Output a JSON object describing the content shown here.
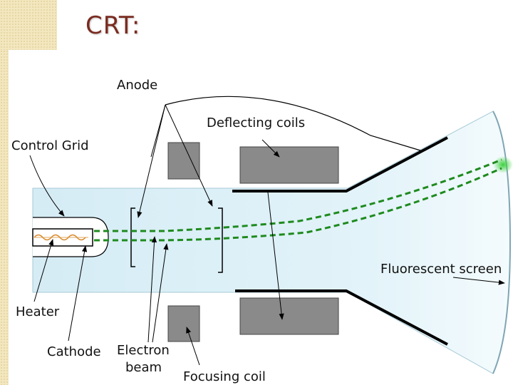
{
  "slide": {
    "title": "CRT:"
  },
  "diagram": {
    "labels": {
      "anode": "Anode",
      "deflecting_coils": "Deflecting coils",
      "control_grid": "Control Grid",
      "fluorescent_screen": "Fluorescent screen",
      "heater": "Heater",
      "cathode": "Cathode",
      "electron_beam_line1": "Electron",
      "electron_beam_line2": "beam",
      "focusing_coil": "Focusing coil"
    },
    "colors": {
      "tube_fill": "#d8eef6",
      "coil_fill": "#8a8a8a",
      "beam": "#1e8a1e",
      "heater_wave": "#d88a2a",
      "title": "#7a2b20"
    }
  }
}
